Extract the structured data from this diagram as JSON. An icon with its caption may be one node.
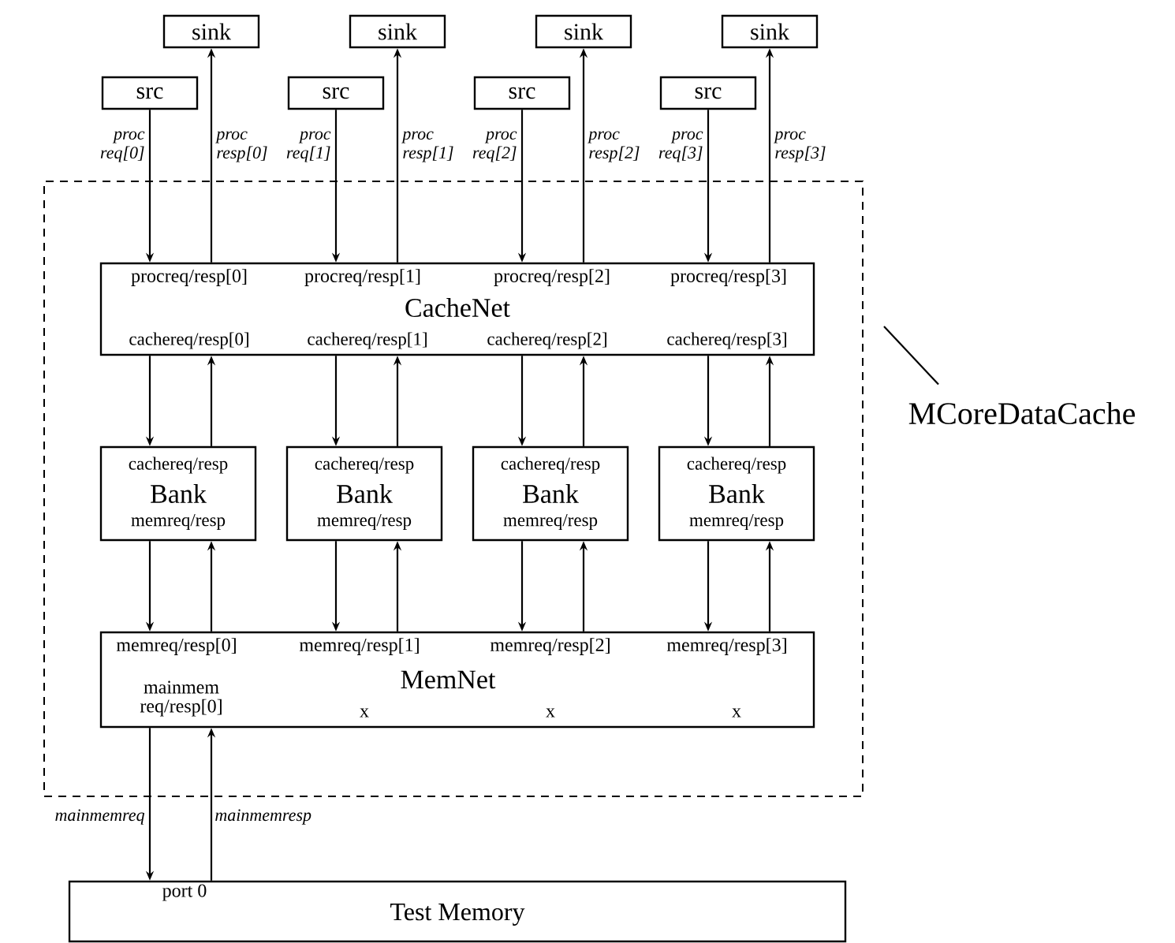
{
  "diagram": {
    "nodes": [
      {
        "text": [
          "sink"
        ]
      },
      {
        "text": [
          "sink"
        ]
      },
      {
        "text": [
          "sink"
        ]
      },
      {
        "text": [
          "sink"
        ]
      },
      {
        "text": [
          "src"
        ]
      },
      {
        "text": [
          "src"
        ]
      },
      {
        "text": [
          "src"
        ]
      },
      {
        "text": [
          "src"
        ]
      },
      {
        "text": [],
        "shape": "box"
      },
      {
        "text": [
          "MCoreDataCache"
        ]
      },
      {
        "text": [
          "procreq/resp[0]",
          "procreq/resp[1]",
          "procreq/resp[2]",
          "procreq/resp[3]",
          "CacheNet",
          "cachereq/resp[0]",
          "cachereq/resp[1]",
          "cachereq/resp[2]",
          "cachereq/resp[3]"
        ],
        "in": 8
      },
      {
        "text": [
          "cachereq/resp",
          "Bank",
          "memreq/resp"
        ],
        "in": 8
      },
      {
        "text": [
          "cachereq/resp",
          "Bank",
          "memreq/resp"
        ],
        "in": 8
      },
      {
        "text": [
          "cachereq/resp",
          "Bank",
          "memreq/resp"
        ],
        "in": 8
      },
      {
        "text": [
          "cachereq/resp",
          "Bank",
          "memreq/resp"
        ],
        "in": 8
      },
      {
        "text": [
          "memreq/resp[0]",
          "memreq/resp[1]",
          "memreq/resp[2]",
          "memreq/resp[3]",
          "MemNet",
          "mainmem req/resp[0]",
          "x",
          "x",
          "x"
        ],
        "in": 8
      },
      {
        "text": [
          "port 0",
          "Test Memory"
        ]
      }
    ],
    "edges": [
      {
        "from": 4,
        "to": 10,
        "arrow": "to",
        "label": "proc req[0]"
      },
      {
        "from": 10,
        "to": 0,
        "arrow": "to",
        "label": "proc resp[0]"
      },
      {
        "from": 5,
        "to": 10,
        "arrow": "to",
        "label": "proc req[1]"
      },
      {
        "from": 10,
        "to": 1,
        "arrow": "to",
        "label": "proc resp[1]"
      },
      {
        "from": 6,
        "to": 10,
        "arrow": "to",
        "label": "proc req[2]"
      },
      {
        "from": 10,
        "to": 2,
        "arrow": "to",
        "label": "proc resp[2]"
      },
      {
        "from": 7,
        "to": 10,
        "arrow": "to",
        "label": "proc req[3]"
      },
      {
        "from": 10,
        "to": 3,
        "arrow": "to",
        "label": "proc resp[3]"
      },
      {
        "from": 10,
        "to": 11,
        "arrow": "to"
      },
      {
        "from": 11,
        "to": 10,
        "arrow": "to"
      },
      {
        "from": 10,
        "to": 12,
        "arrow": "to"
      },
      {
        "from": 12,
        "to": 10,
        "arrow": "to"
      },
      {
        "from": 10,
        "to": 13,
        "arrow": "to"
      },
      {
        "from": 13,
        "to": 10,
        "arrow": "to"
      },
      {
        "from": 10,
        "to": 14,
        "arrow": "to"
      },
      {
        "from": 14,
        "to": 10,
        "arrow": "to"
      },
      {
        "from": 11,
        "to": 15,
        "arrow": "to"
      },
      {
        "from": 15,
        "to": 11,
        "arrow": "to"
      },
      {
        "from": 12,
        "to": 15,
        "arrow": "to"
      },
      {
        "from": 15,
        "to": 12,
        "arrow": "to"
      },
      {
        "from": 13,
        "to": 15,
        "arrow": "to"
      },
      {
        "from": 15,
        "to": 13,
        "arrow": "to"
      },
      {
        "from": 14,
        "to": 15,
        "arrow": "to"
      },
      {
        "from": 15,
        "to": 14,
        "arrow": "to"
      },
      {
        "from": 15,
        "to": 16,
        "arrow": "to",
        "label": "mainmemreq"
      },
      {
        "from": 16,
        "to": 15,
        "arrow": "to",
        "label": "mainmemresp"
      },
      {
        "from": 9,
        "to": 8,
        "arrow": "none"
      }
    ]
  }
}
